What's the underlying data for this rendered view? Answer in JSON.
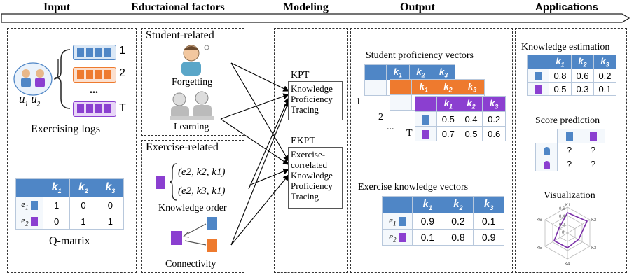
{
  "headers": {
    "input": "Input",
    "factors": "Eductaional factors",
    "modeling": "Modeling",
    "output": "Output",
    "applications": "Applications"
  },
  "input": {
    "log_rows": [
      "1",
      "2",
      "...",
      "T"
    ],
    "users": [
      "u1",
      "u2"
    ],
    "exercising_logs": "Exercising logs",
    "qmatrix_title": "Q-matrix",
    "qmatrix": {
      "cols": [
        "k1",
        "k2",
        "k3"
      ],
      "rows": [
        {
          "e": "e1",
          "vals": [
            "1",
            "0",
            "0"
          ]
        },
        {
          "e": "e2",
          "vals": [
            "0",
            "1",
            "1"
          ]
        }
      ]
    }
  },
  "factors": {
    "student_title": "Student-related",
    "forgetting": "Forgetting",
    "learning": "Learning",
    "exercise_title": "Exercise-related",
    "order1": "(e2, k2, k1)",
    "order2": "(e2, k3, k1)",
    "knowledge_order": "Knowledge order",
    "connectivity": "Connectivity"
  },
  "modeling": {
    "kpt_name": "KPT",
    "kpt_desc": [
      "Knowledge",
      "Proficiency",
      "Tracing"
    ],
    "ekpt_name": "EKPT",
    "ekpt_desc": [
      "Exercise-",
      "correlated",
      "Knowledge",
      "Proficiency",
      "Tracing"
    ]
  },
  "output": {
    "student_title": "Student proficiency vectors",
    "cols": [
      "k1",
      "k2",
      "k3"
    ],
    "time_labels": [
      "1",
      "2",
      "...",
      "T"
    ],
    "student_rows": [
      {
        "vals": [
          "0.5",
          "0.4",
          "0.2"
        ]
      },
      {
        "vals": [
          "0.7",
          "0.5",
          "0.6"
        ]
      }
    ],
    "exercise_title": "Exercise knowledge vectors",
    "exercise_rows": [
      {
        "e": "e1",
        "vals": [
          "0.9",
          "0.2",
          "0.1"
        ]
      },
      {
        "e": "e2",
        "vals": [
          "0.1",
          "0.8",
          "0.9"
        ]
      }
    ]
  },
  "applications": {
    "knowledge_title": "Knowledge estimation",
    "cols": [
      "k1",
      "k2",
      "k3"
    ],
    "knowledge_rows": [
      {
        "vals": [
          "0.8",
          "0.6",
          "0.2"
        ]
      },
      {
        "vals": [
          "0.5",
          "0.3",
          "0.1"
        ]
      }
    ],
    "score_title": "Score prediction",
    "score_rows": [
      {
        "vals": [
          "?",
          "?"
        ]
      },
      {
        "vals": [
          "?",
          "?"
        ]
      }
    ],
    "visual_title": "Visualization",
    "radar_axes": [
      "K1",
      "K2",
      "K3",
      "K4",
      "K5",
      "K6"
    ],
    "radar_ticks": [
      "0.6",
      "0.4",
      "0.2",
      "0"
    ]
  },
  "colors": {
    "blue": "#4f86c6",
    "orange": "#ee7a2e",
    "purple": "#8b3fd0"
  }
}
